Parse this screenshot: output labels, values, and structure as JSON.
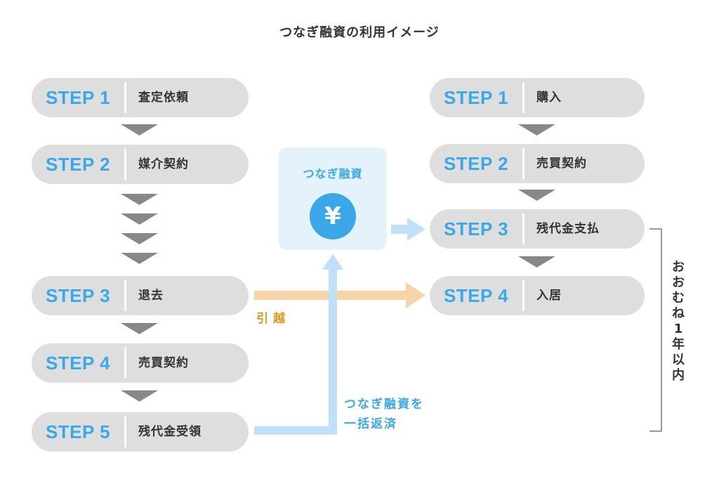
{
  "title": "つなぎ融資の利用イメージ",
  "left_steps": [
    {
      "step": "STEP 1",
      "label": "査定依頼"
    },
    {
      "step": "STEP 2",
      "label": "媒介契約"
    },
    {
      "step": "STEP 3",
      "label": "退去"
    },
    {
      "step": "STEP 4",
      "label": "売買契約"
    },
    {
      "step": "STEP 5",
      "label": "残代金受領"
    }
  ],
  "right_steps": [
    {
      "step": "STEP 1",
      "label": "購入"
    },
    {
      "step": "STEP 2",
      "label": "売買契約"
    },
    {
      "step": "STEP 3",
      "label": "残代金支払"
    },
    {
      "step": "STEP 4",
      "label": "入居"
    }
  ],
  "loan_box": {
    "title": "つなぎ融資",
    "symbol": "¥"
  },
  "move_label": "引越",
  "repay_label": {
    "line1": "つなぎ融資を",
    "line2": "一括返済"
  },
  "period_label": "おおむね1年以内",
  "colors": {
    "step_blue": "#3aa8e8",
    "pill_gray": "#dedede",
    "arrow_gray": "#888888",
    "move_orange": "#f7d3a8",
    "move_text": "#e8931e",
    "flow_blue": "#bfe0f7",
    "box_bg": "#e4f2fc"
  }
}
